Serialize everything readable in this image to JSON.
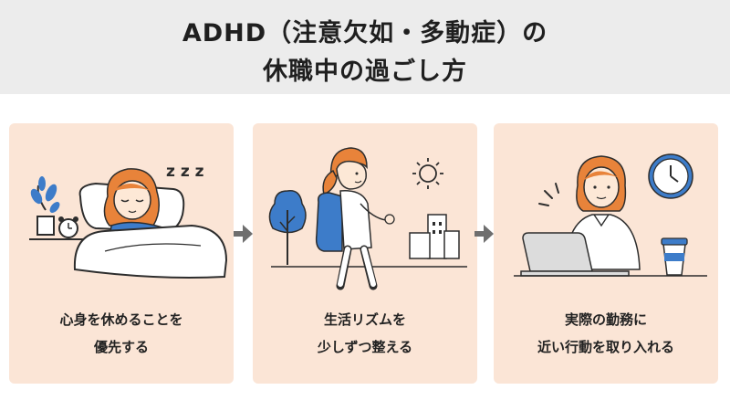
{
  "title": {
    "line1": "ADHD（注意欠如・多動症）の",
    "line2": "休職中の過ごし方"
  },
  "cards": [
    {
      "caption_line1": "心身を休めることを",
      "caption_line2": "優先する",
      "illustration": "sleeping-woman-icon"
    },
    {
      "caption_line1": "生活リズムを",
      "caption_line2": "少しずつ整える",
      "illustration": "walking-woman-icon"
    },
    {
      "caption_line1": "実際の勤務に",
      "caption_line2": "近い行動を取り入れる",
      "illustration": "woman-at-laptop-icon"
    }
  ],
  "sleep_mark": "z z z",
  "colors": {
    "header_bg": "#ececec",
    "card_bg": "#fbe5d6",
    "accent_blue": "#3d7cc9",
    "hair_orange": "#e8833a",
    "arrow_gray": "#6e6e6e"
  }
}
